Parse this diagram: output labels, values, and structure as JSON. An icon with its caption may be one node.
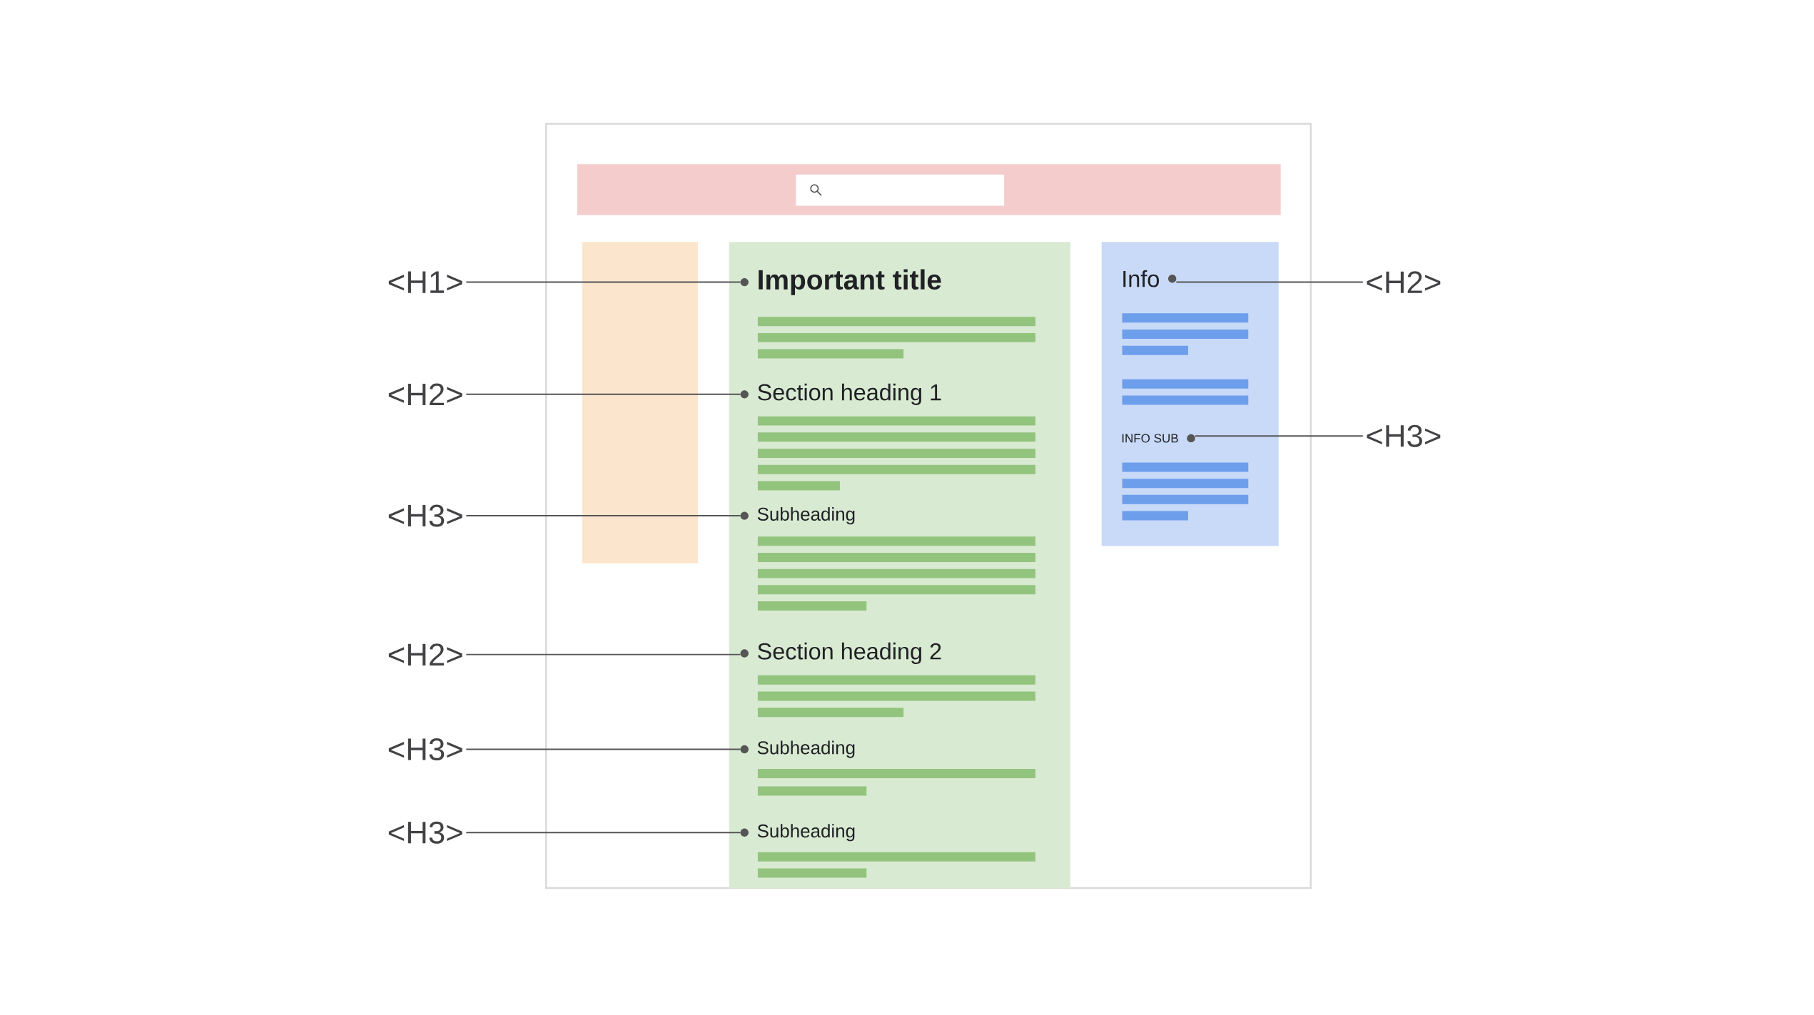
{
  "diagram": {
    "nodes": [
      {
        "text": [],
        "shape": "box"
      },
      {
        "text": [],
        "shape": "box"
      },
      {
        "text": [
          "Important title"
        ],
        "in": 1
      },
      {
        "text": [
          "Section heading 1"
        ],
        "in": 1
      },
      {
        "text": [
          "Subheading"
        ],
        "in": 1
      },
      {
        "text": [
          "Section heading 2"
        ],
        "in": 1
      },
      {
        "text": [
          "Subheading"
        ],
        "in": 1
      },
      {
        "text": [
          "Subheading"
        ],
        "in": 1
      },
      {
        "text": [],
        "shape": "box"
      },
      {
        "text": [
          "Info"
        ],
        "in": 8
      },
      {
        "text": [
          "INFO SUB"
        ],
        "in": 8
      },
      {
        "text": [
          "<H1>"
        ]
      },
      {
        "text": [
          "<H2>"
        ]
      },
      {
        "text": [
          "<H3>"
        ]
      },
      {
        "text": [
          "<H2>"
        ]
      },
      {
        "text": [
          "<H3>"
        ]
      },
      {
        "text": [
          "<H3>"
        ]
      },
      {
        "text": [
          "<H2>"
        ]
      },
      {
        "text": [
          "<H3>"
        ]
      }
    ],
    "edges": [
      {
        "from": 11,
        "to": 2,
        "arrow": "none"
      },
      {
        "from": 12,
        "to": 3,
        "arrow": "none"
      },
      {
        "from": 13,
        "to": 4,
        "arrow": "none"
      },
      {
        "from": 14,
        "to": 5,
        "arrow": "none"
      },
      {
        "from": 15,
        "to": 6,
        "arrow": "none"
      },
      {
        "from": 16,
        "to": 7,
        "arrow": "none"
      },
      {
        "from": 17,
        "to": 9,
        "arrow": "none"
      },
      {
        "from": 18,
        "to": 10,
        "arrow": "none"
      }
    ]
  }
}
